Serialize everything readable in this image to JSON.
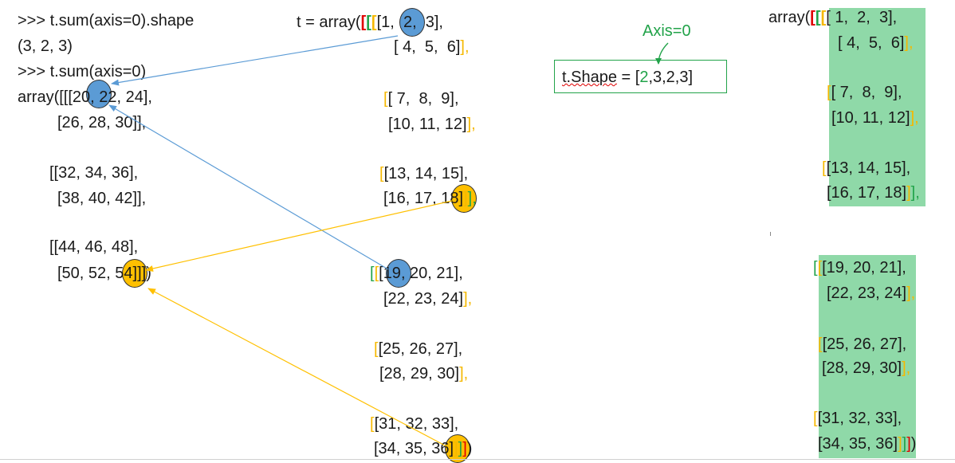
{
  "left": {
    "line1": ">>> t.sum(axis=0).shape",
    "line2": "(3, 2, 3)",
    "line3": ">>> t.sum(axis=0)",
    "r1_pre": "array([[[",
    "r1_hl": "20",
    "r1_post": ", 22, 24],",
    "r2_pre": "[26, 28, ",
    "r2_hl": "30",
    "r2_post": "]],",
    "r3": "[[32, 34, 36],",
    "r4": "[38, 40, 42]],",
    "r5": "[[44, 46, 48],",
    "r6_pre": "[50, 52, ",
    "r6_hl": "54",
    "r6_post": "]]])"
  },
  "middle": {
    "prefix": "t = array(",
    "b1": "[",
    "b2": "[",
    "b3": "[",
    "b4": "[",
    "r1_hl": "1",
    "r1_post": ",  2,  3],",
    "r2": "[ 4,  5,  6]",
    "r2_close": "],",
    "b5": "[",
    "r3": "[ 7,  8,  9],",
    "r4": "[10, 11, 12]",
    "r4_close": "],",
    "b6": "[",
    "r5": "[13, 14, 15],",
    "r6_pre": "[16, 17, ",
    "r6_hl": "18",
    "r6_close1": "]",
    "r6_close2": "]",
    "r6_close3": "],",
    "b7": "[",
    "b8": "[",
    "r7_pre": "[",
    "r7_hl": "19",
    "r7_post": ", 20, 21],",
    "r8": "[22, 23, 24]",
    "r8_close": "],",
    "b9": "[",
    "r9": "[25, 26, 27],",
    "r10": "[28, 29, 30]",
    "r10_close": "],",
    "b10": "[",
    "r11": "[31, 32, 33],",
    "r12_pre": "[34, 35, ",
    "r12_hl": "36",
    "r12_c1": "]",
    "r12_c2": "]",
    "r12_c3": "]",
    "r12_c4": "]",
    "r12_end": ")"
  },
  "annotation": {
    "axis_label": "Axis=0",
    "shape_pre": "t.Shape",
    "shape_eq": " = [",
    "shape_hl": "2",
    "shape_rest": ",3,2,3]"
  },
  "right": {
    "prefix": "array(",
    "b1": "[",
    "b2": "[",
    "b3": "[",
    "r1": "[ 1,  2,  3],",
    "r2": "[ 4,  5,  6]",
    "r2_close": "],",
    "b4": "[",
    "r3": "[ 7,  8,  9],",
    "r4": "[10, 11, 12]",
    "r4_close": "],",
    "b5": "[",
    "r5": "[13, 14, 15],",
    "r6": "[16, 17, 18]",
    "r6_c1": "]",
    "r6_c2": "],",
    "b6": "[",
    "b7": "[",
    "r7": "[19, 20, 21],",
    "r8": "[22, 23, 24]",
    "r8_close": "],",
    "b8": "[",
    "r9": "[25, 26, 27],",
    "r10": "[28, 29, 30]",
    "r10_close": "],",
    "b9": "[",
    "r11": "[31, 32, 33],",
    "r12": "[34, 35, 36]",
    "r12_c1": "]",
    "r12_c2": "]",
    "r12_c3": "]",
    "r12_end": ")"
  },
  "colors": {
    "bracket_red": "#e00000",
    "bracket_green": "#22a34a",
    "bracket_yellow": "#f5b800",
    "highlight_blue": "#5b9bd5",
    "highlight_gold": "#ffc000",
    "panel_green": "#8fd9a8",
    "arrow_blue": "#5b9bd5",
    "arrow_gold": "#ffc000"
  }
}
